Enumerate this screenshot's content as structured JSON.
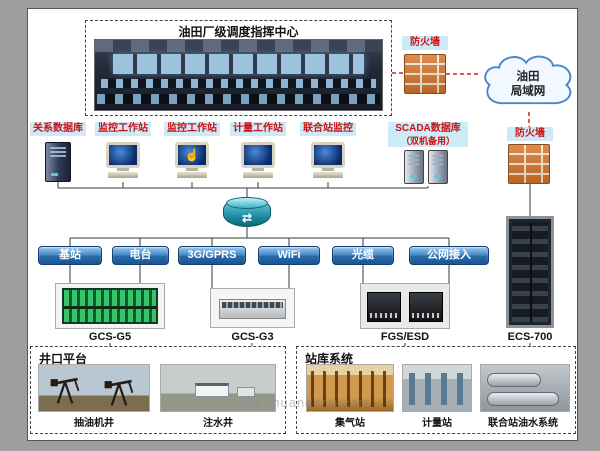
{
  "control_center": {
    "title": "油田厂级调度指挥中心"
  },
  "firewalls": {
    "top": "防火墙",
    "right": "防火墙"
  },
  "cloud": {
    "line1": "油田",
    "line2": "局域网"
  },
  "workstations": [
    {
      "label": "关系数据库",
      "icon": "database-server"
    },
    {
      "label": "监控工作站",
      "icon": "monitor"
    },
    {
      "label": "监控工作站",
      "icon": "monitor-hand"
    },
    {
      "label": "计量工作站",
      "icon": "monitor"
    },
    {
      "label": "联合站监控",
      "icon": "monitor"
    },
    {
      "label": "SCADA数据库",
      "sublabel": "（双机备用）",
      "icon": "dual-server"
    }
  ],
  "network_links": [
    "基站",
    "电台",
    "3G/GPRS",
    "WiFi",
    "光缆",
    "公网接入"
  ],
  "equipment": [
    "GCS-G5",
    "GCS-G3",
    "FGS/ESD",
    "ECS-700"
  ],
  "wellhead": {
    "title": "井口平台",
    "items": [
      "抽油机井",
      "注水井"
    ]
  },
  "station": {
    "title": "站库系统",
    "items": [
      "集气站",
      "计量站",
      "联合站油水系统"
    ]
  },
  "icons": {
    "router_arrows": "⇄",
    "hand": "☝"
  },
  "watermark": "www.chuandong.com",
  "colors": {
    "chip_bg": "#cdeaf8",
    "chip_text": "#cc1111",
    "button_blue": "#2a6aaa",
    "firewall_orange": "#d4732c",
    "cloud_stroke": "#4a86c4",
    "line_red": "#cc2222",
    "rack_green": "#35c468"
  }
}
